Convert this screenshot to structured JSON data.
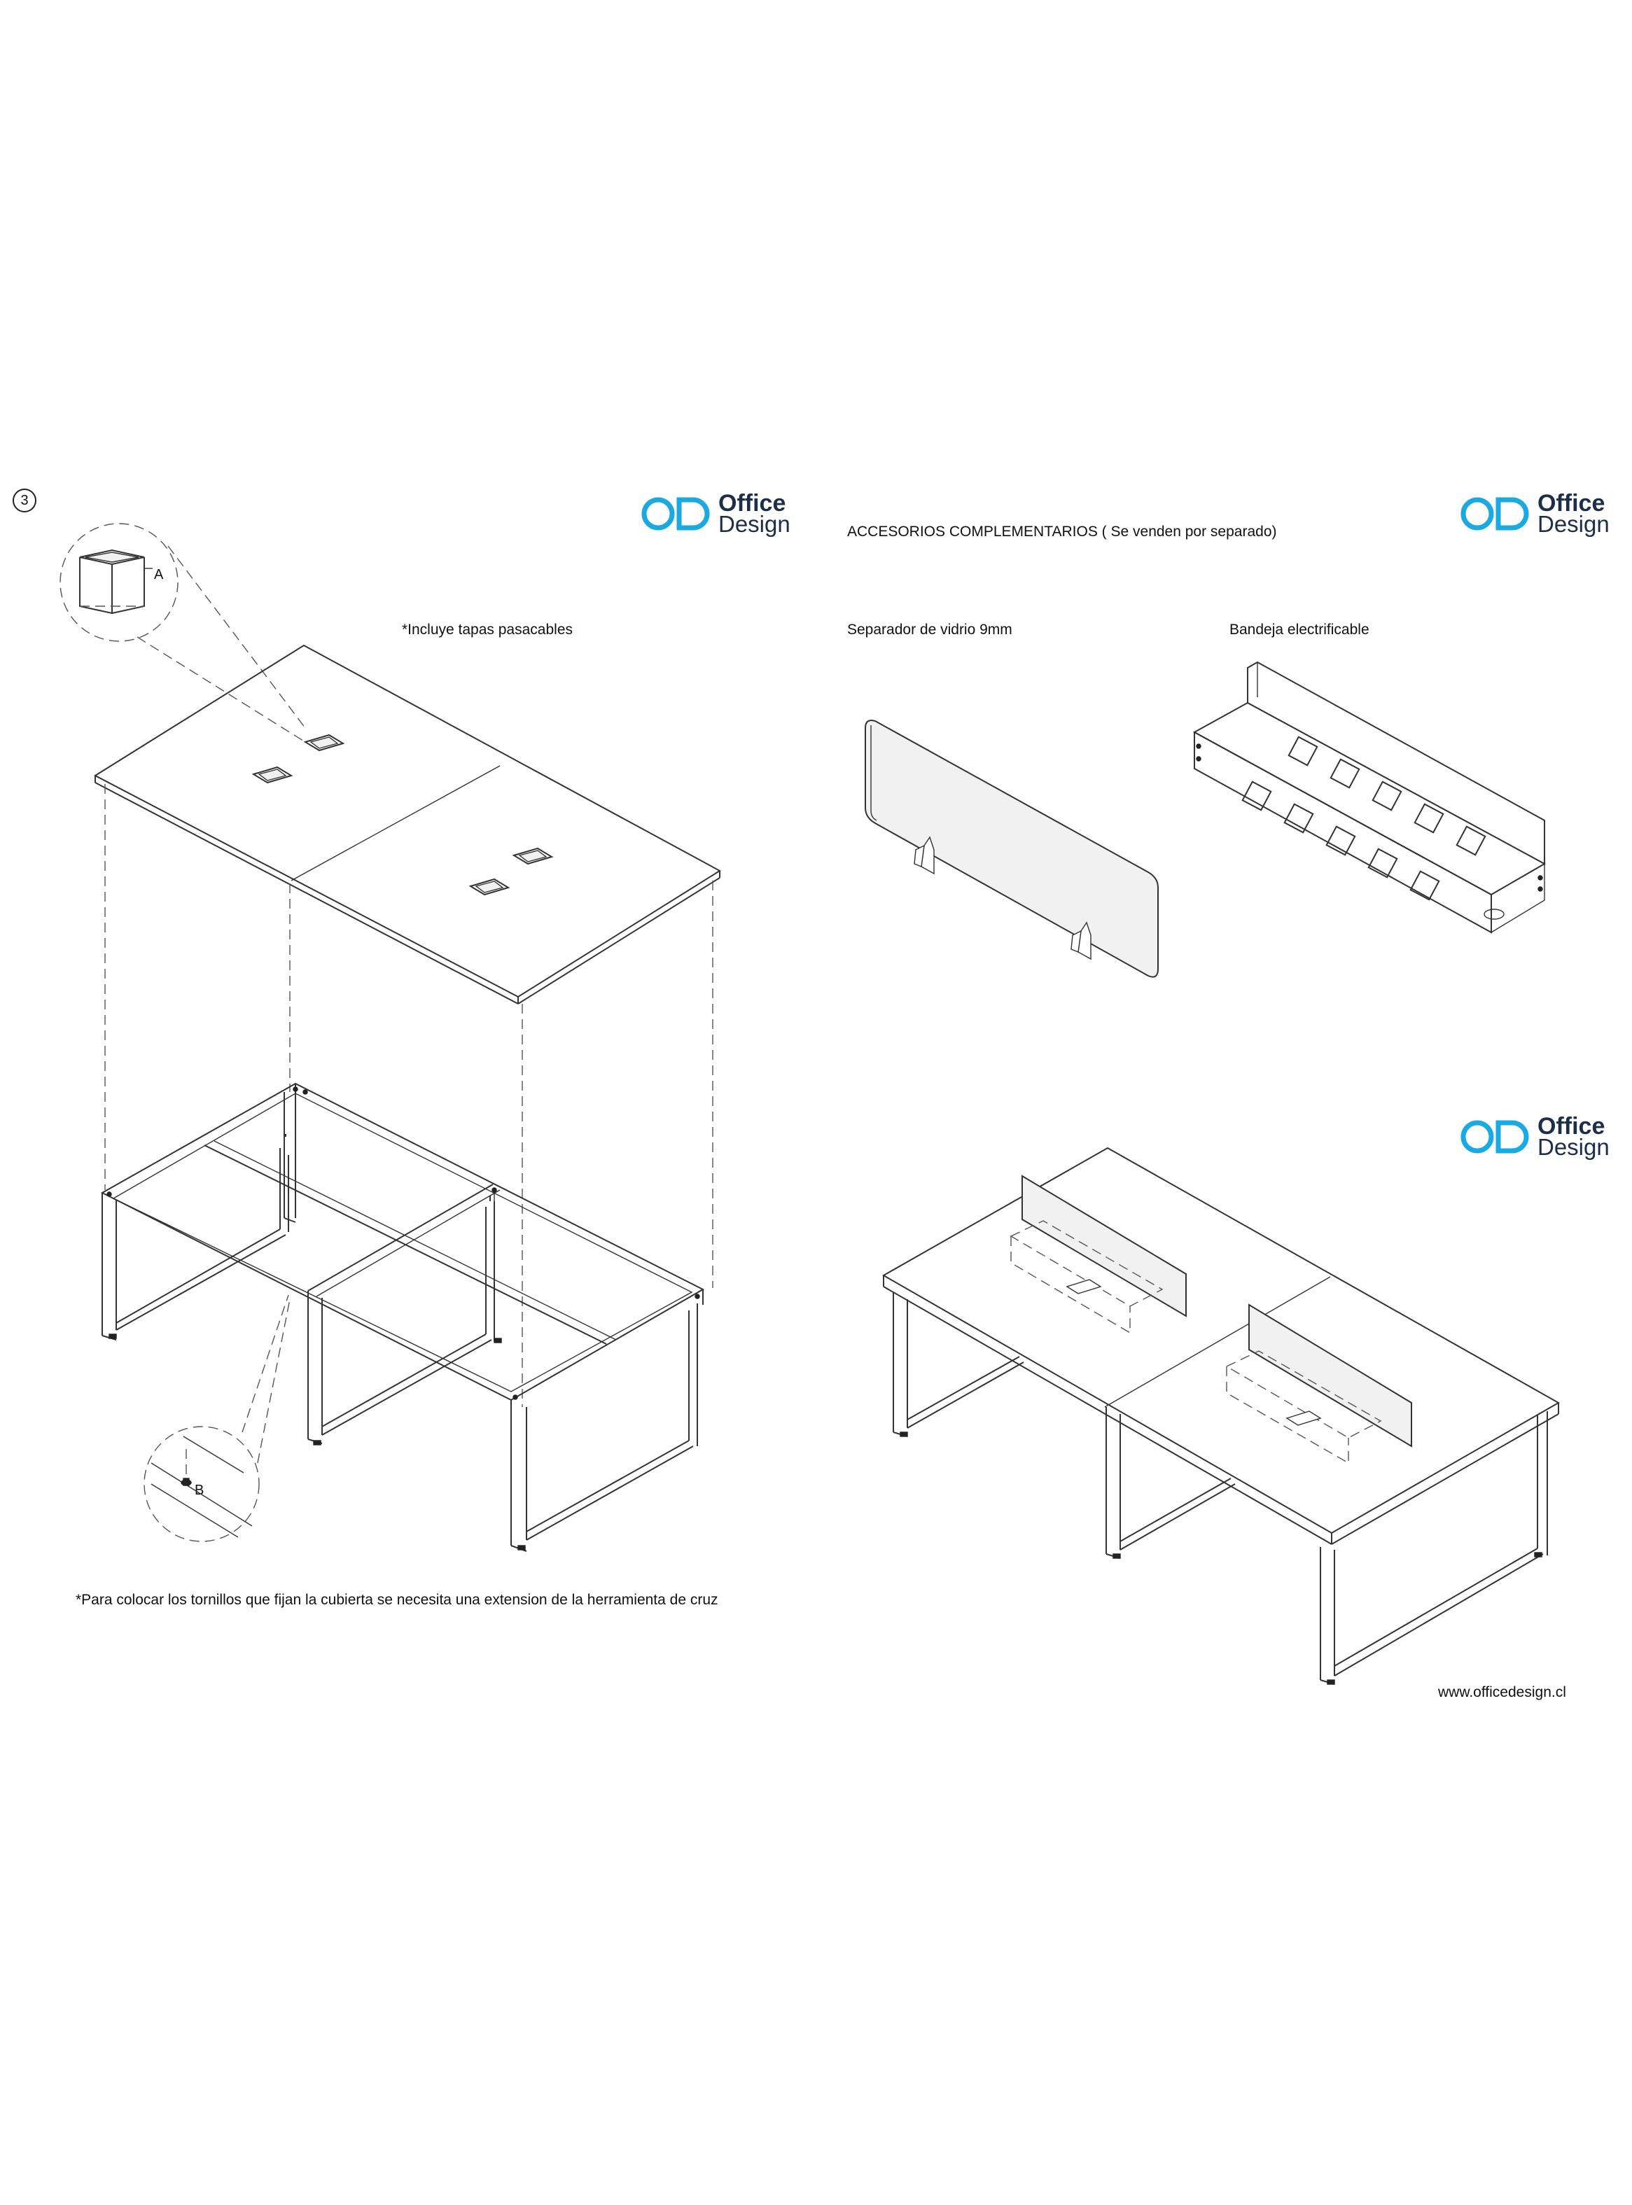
{
  "page": {
    "step_number": "3",
    "includes_note": "*Incluye tapas pasacables",
    "tool_note": "*Para colocar los tornillos que fijan la cubierta se necesita una extension de la herramienta de cruz",
    "detail_label_a": "A",
    "detail_label_b": "B",
    "accessories_title": "ACCESORIOS COMPLEMENTARIOS   ( Se venden por separado)",
    "glass_divider_label": "Separador de vidrio 9mm",
    "cable_tray_label": "Bandeja electrificable",
    "website": "www.officedesign.cl"
  },
  "logo": {
    "word1": "Office",
    "word2": "Design",
    "mark_icon": "od-logo-mark",
    "brand_color": "#1ba9e1",
    "text_color": "#1c2e4a"
  }
}
